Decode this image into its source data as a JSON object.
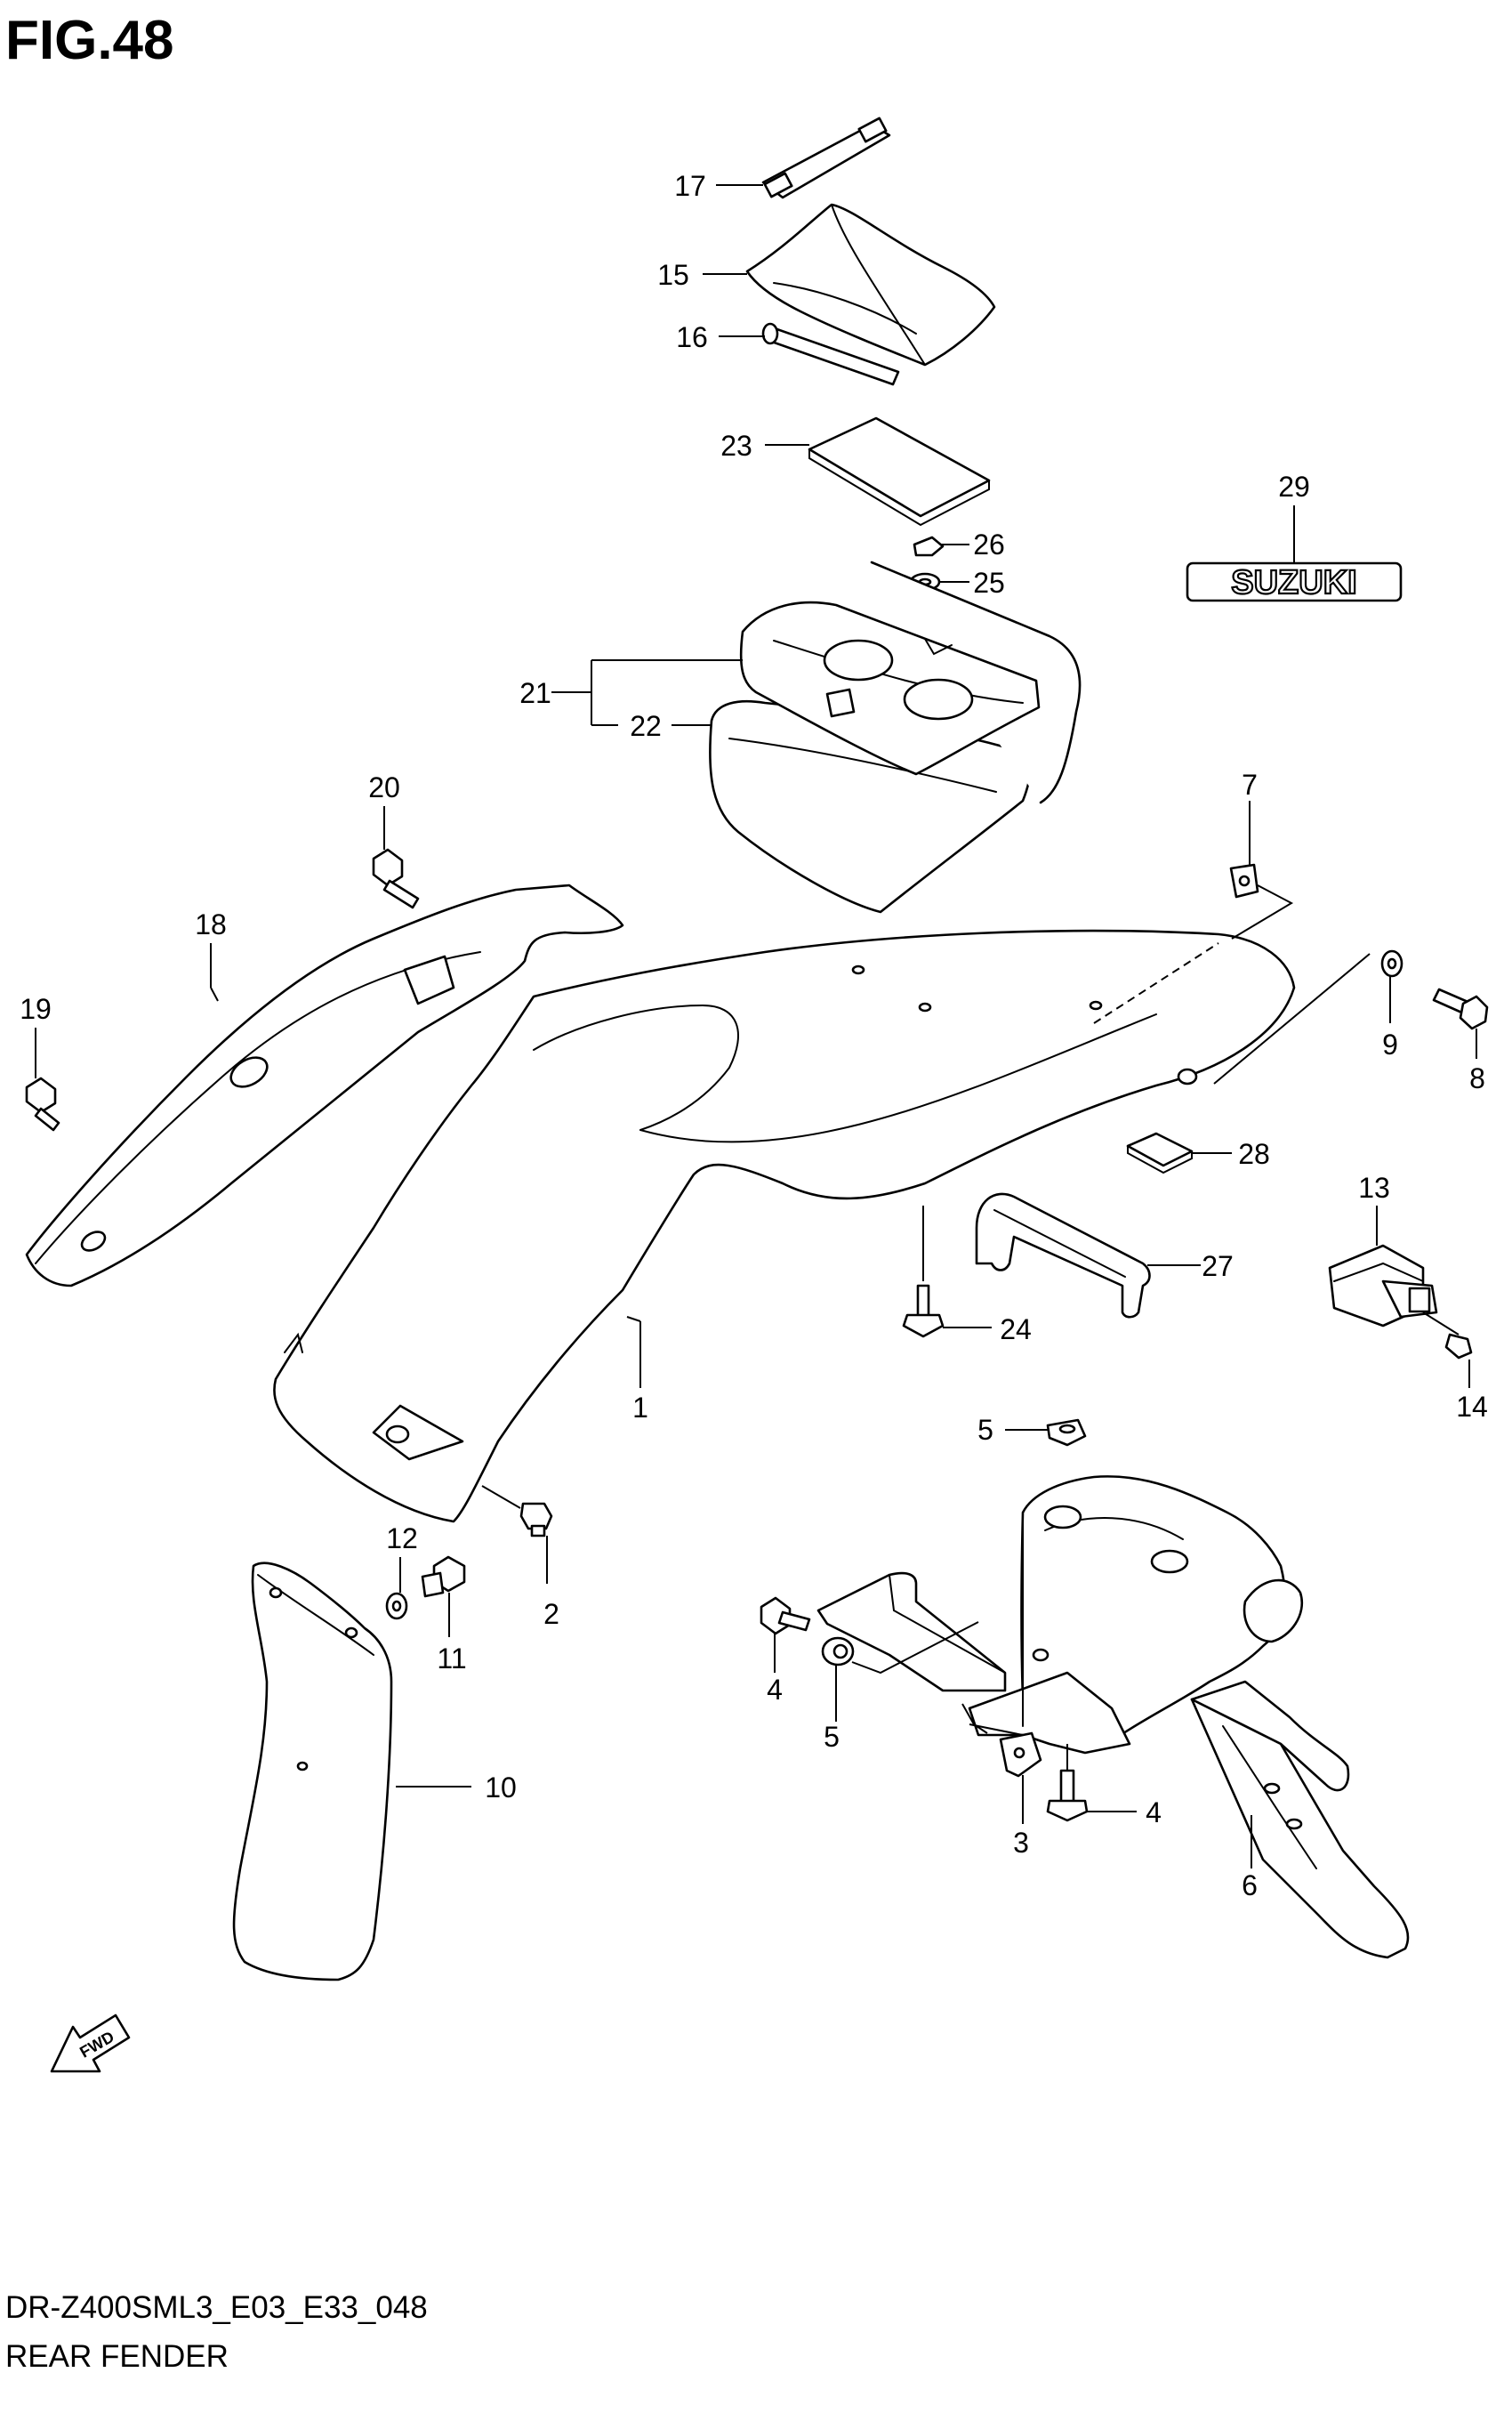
{
  "figure": {
    "title": "FIG.48",
    "model_code": "DR-Z400SML3_E03_E33_048",
    "section_name": "REAR FENDER",
    "emblem_text": "SUZUKI",
    "direction_badge": "FWD"
  },
  "callouts": [
    {
      "id": "c1",
      "label": "1"
    },
    {
      "id": "c2",
      "label": "2"
    },
    {
      "id": "c3",
      "label": "3"
    },
    {
      "id": "c4a",
      "label": "4"
    },
    {
      "id": "c4b",
      "label": "4"
    },
    {
      "id": "c5a",
      "label": "5"
    },
    {
      "id": "c5b",
      "label": "5"
    },
    {
      "id": "c6",
      "label": "6"
    },
    {
      "id": "c7",
      "label": "7"
    },
    {
      "id": "c8",
      "label": "8"
    },
    {
      "id": "c9",
      "label": "9"
    },
    {
      "id": "c10",
      "label": "10"
    },
    {
      "id": "c11",
      "label": "11"
    },
    {
      "id": "c12",
      "label": "12"
    },
    {
      "id": "c13",
      "label": "13"
    },
    {
      "id": "c14",
      "label": "14"
    },
    {
      "id": "c15",
      "label": "15"
    },
    {
      "id": "c16",
      "label": "16"
    },
    {
      "id": "c17",
      "label": "17"
    },
    {
      "id": "c18",
      "label": "18"
    },
    {
      "id": "c19",
      "label": "19"
    },
    {
      "id": "c20",
      "label": "20"
    },
    {
      "id": "c21",
      "label": "21"
    },
    {
      "id": "c22",
      "label": "22"
    },
    {
      "id": "c23",
      "label": "23"
    },
    {
      "id": "c24",
      "label": "24"
    },
    {
      "id": "c25",
      "label": "25"
    },
    {
      "id": "c26",
      "label": "26"
    },
    {
      "id": "c27",
      "label": "27"
    },
    {
      "id": "c28",
      "label": "28"
    },
    {
      "id": "c29",
      "label": "29"
    }
  ]
}
